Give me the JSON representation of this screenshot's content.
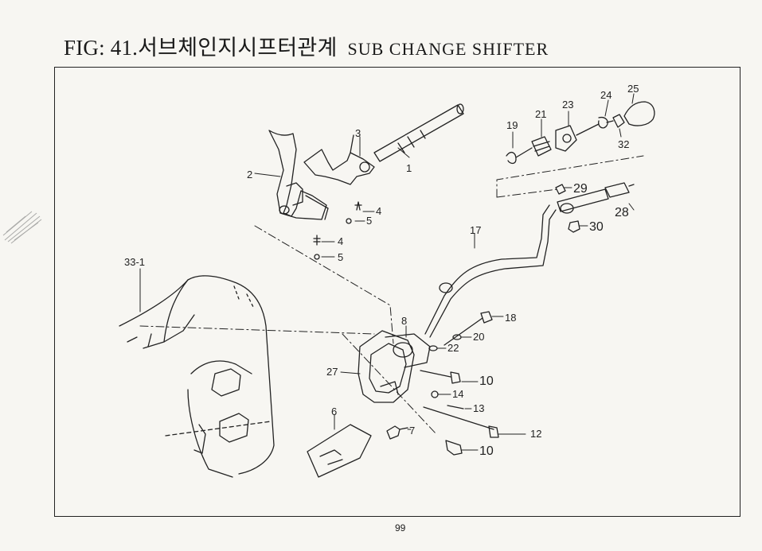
{
  "title": {
    "prefix": "FIG:",
    "number_korean": "41.서브체인지시프터관계",
    "english": "SUB CHANGE SHIFTER"
  },
  "page_number": "99",
  "part_labels": [
    "1",
    "2",
    "3",
    "4",
    "5",
    "4",
    "5",
    "6",
    "7",
    "8",
    "10",
    "10",
    "12",
    "13",
    "14",
    "17",
    "18",
    "19",
    "20",
    "21",
    "22",
    "23",
    "24",
    "25",
    "27",
    "28",
    "29",
    "30",
    "32",
    "33-1"
  ]
}
